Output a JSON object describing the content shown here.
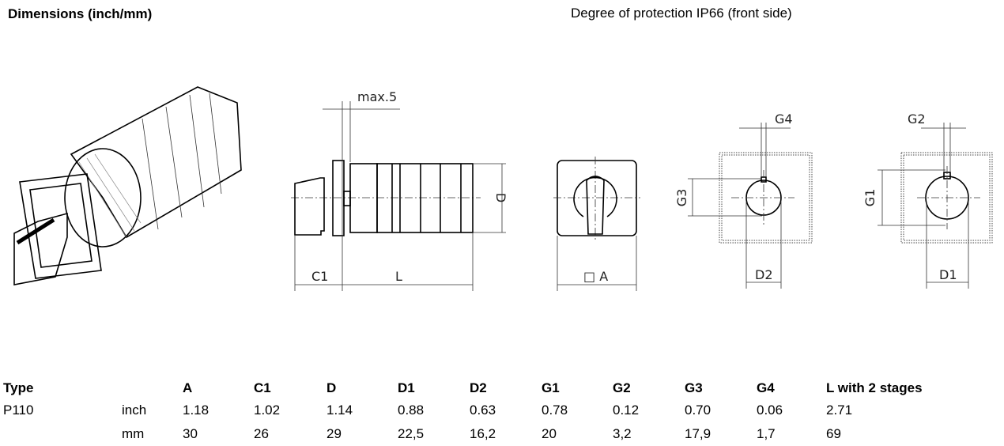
{
  "header": {
    "title": "Dimensions (inch/mm)",
    "subtitle": "Degree of protection IP66 (front side)"
  },
  "drawing_labels": {
    "max": "max.5",
    "c1": "C1",
    "l": "L",
    "d": "D",
    "a": "□ A",
    "g3": "G3",
    "g4": "G4",
    "d2": "D2",
    "g1": "G1",
    "g2": "G2",
    "d1": "D1"
  },
  "table": {
    "headers": [
      "Type",
      "",
      "A",
      "C1",
      "D",
      "D1",
      "D2",
      "G1",
      "G2",
      "G3",
      "G4",
      "L with 2 stages"
    ],
    "rows": [
      [
        "P110",
        "inch",
        "1.18",
        "1.02",
        "1.14",
        "0.88",
        "0.63",
        "0.78",
        "0.12",
        "0.70",
        "0.06",
        "2.71"
      ],
      [
        "",
        "mm",
        "30",
        "26",
        "29",
        "22,5",
        "16,2",
        "20",
        "3,2",
        "17,9",
        "1,7",
        "69"
      ]
    ]
  }
}
